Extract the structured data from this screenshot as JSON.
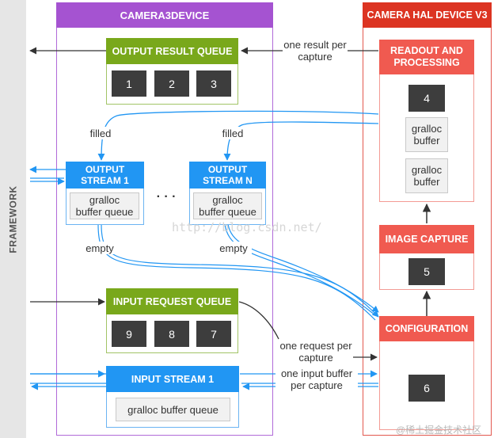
{
  "framework": {
    "label": "FRAMEWORK"
  },
  "camera3device": {
    "title": "CAMERA3DEVICE",
    "output_result_queue": {
      "title": "OUTPUT RESULT QUEUE",
      "items": [
        "1",
        "2",
        "3"
      ]
    },
    "output_stream_1": {
      "title_line1": "OUTPUT",
      "title_line2": "STREAM 1",
      "body": "gralloc buffer queue"
    },
    "ellipsis": "· · ·",
    "output_stream_n": {
      "title_line1": "OUTPUT",
      "title_line2": "STREAM N",
      "body": "gralloc buffer queue"
    },
    "input_request_queue": {
      "title": "INPUT REQUEST QUEUE",
      "items": [
        "9",
        "8",
        "7"
      ]
    },
    "input_stream_1": {
      "title": "INPUT STREAM 1",
      "body": "gralloc buffer queue"
    }
  },
  "hal": {
    "title": "CAMERA HAL DEVICE V3",
    "readout": {
      "title_line1": "READOUT AND",
      "title_line2": "PROCESSING",
      "item": "4",
      "gralloc1": "gralloc buffer",
      "gralloc2": "gralloc buffer"
    },
    "image_capture": {
      "title": "IMAGE CAPTURE",
      "item": "5"
    },
    "configuration": {
      "title": "CONFIGURATION",
      "item": "6"
    }
  },
  "labels": {
    "one_result": "one result per capture",
    "filled_1": "filled",
    "filled_n": "filled",
    "empty_1": "empty",
    "empty_n": "empty",
    "one_request": "one request per capture",
    "one_input_buffer": "one input buffer per capture"
  },
  "watermark": {
    "url": "http://blog.csdn.net/",
    "corner": "@稀土掘金技术社区"
  },
  "colors": {
    "purple": "#a553d1",
    "hal_red": "#dc3422",
    "green": "#79a81b",
    "blue": "#2196f3",
    "salmon": "#f05a50",
    "dark_cell": "#3d3d3d"
  }
}
